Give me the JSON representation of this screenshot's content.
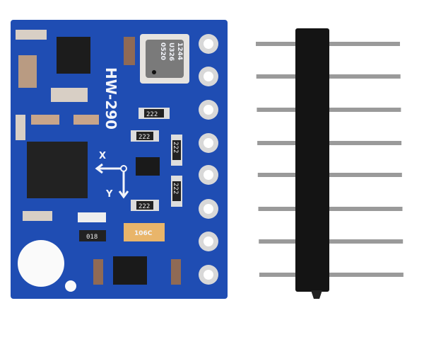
{
  "module": {
    "label": "HW-290",
    "axis_x": "X",
    "axis_y": "Y",
    "resistor_code": "222",
    "led_resistor_code": "018",
    "sensor_marking": [
      "1244",
      "U326",
      "0520"
    ],
    "capacitor_marking": "106C",
    "pin_count": 8,
    "colors": {
      "board": "#1f4db3",
      "pads": "#d8d8d8",
      "header": "#141414",
      "pins": "#9a9a9a",
      "silkscreen": "#f2f4fa",
      "capacitor": "#e9b56a"
    }
  }
}
